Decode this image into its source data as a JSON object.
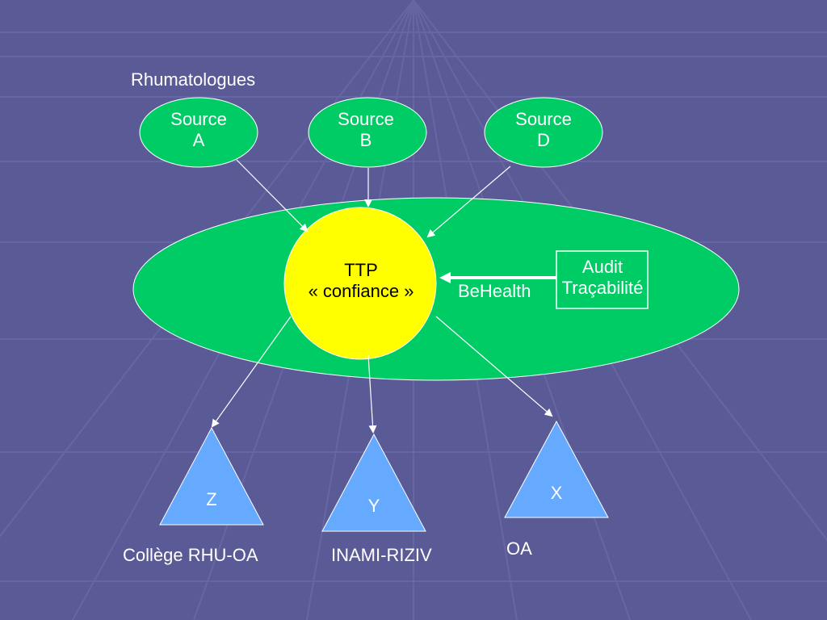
{
  "colors": {
    "background": "#5a5a96",
    "grid_line": "#7070ac",
    "ellipse_fill": "#00cc66",
    "ttp_fill": "#ffff00",
    "triangle_fill": "#66aaff",
    "arrow": "#ffffff",
    "text_dark": "#000000",
    "text_light": "#ffffff"
  },
  "labels": {
    "rhumatologues": "Rhumatologues",
    "behealth": "BeHealth",
    "college": "Collège RHU-OA",
    "inami": "INAMI-RIZIV",
    "oa": "OA"
  },
  "sources": {
    "a": {
      "line1": "Source",
      "line2": "A"
    },
    "b": {
      "line1": "Source",
      "line2": "B"
    },
    "d": {
      "line1": "Source",
      "line2": "D"
    }
  },
  "ttp": {
    "line1": "TTP",
    "line2": "« confiance »"
  },
  "audit": {
    "line1": "Audit",
    "line2": "Traçabilité"
  },
  "triangles": {
    "z": "Z",
    "y": "Y",
    "x": "X"
  }
}
